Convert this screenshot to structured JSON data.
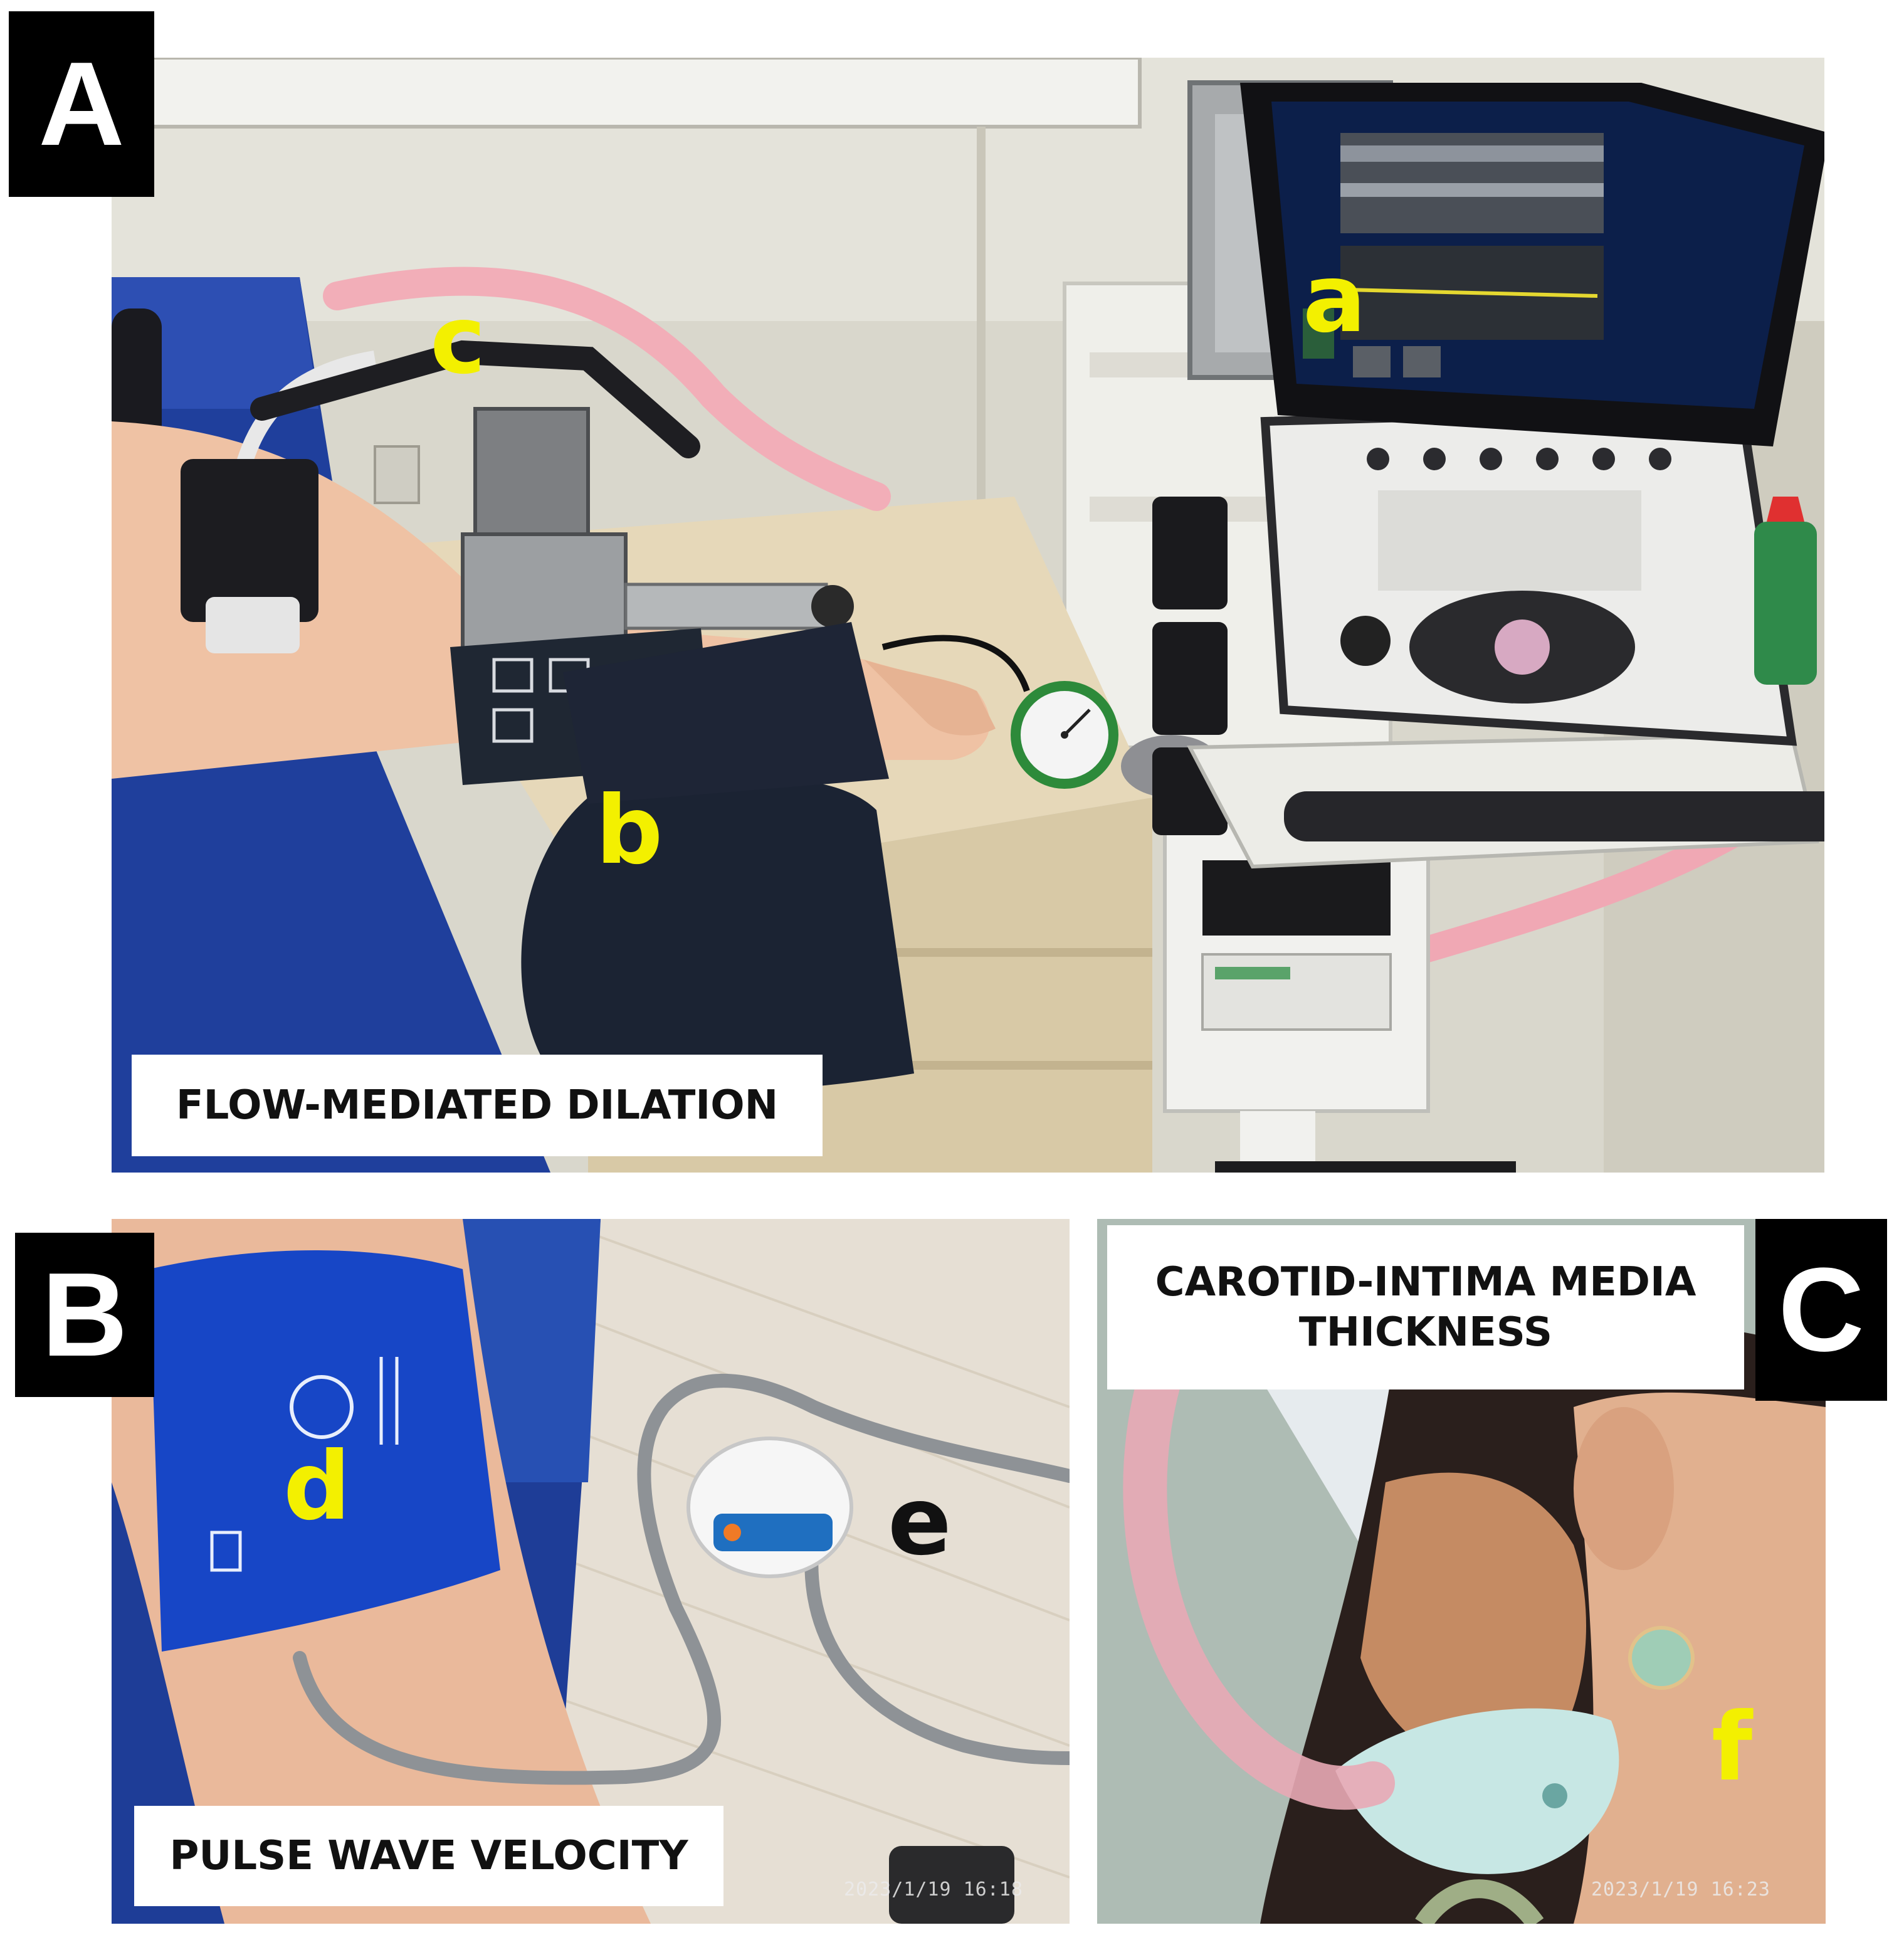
{
  "panels": [
    {
      "label": "A",
      "caption": "FLOW-MEDIATED DILATION"
    },
    {
      "label": "B",
      "caption": "PULSE WAVE VELOCITY",
      "timestamp": "2023/1/19  16:18"
    },
    {
      "label": "C",
      "caption": "CAROTID-INTIMA MEDIA THICKNESS",
      "timestamp": "2023/1/19  16:23"
    }
  ],
  "callouts": {
    "a": "a",
    "b": "b",
    "c": "c",
    "d": "d",
    "e": "e",
    "f": "f"
  },
  "colors": {
    "callout_yellow": "#f3f000",
    "callout_black": "#111111",
    "badge_bg": "#000000",
    "caption_bg": "#ffffff"
  }
}
